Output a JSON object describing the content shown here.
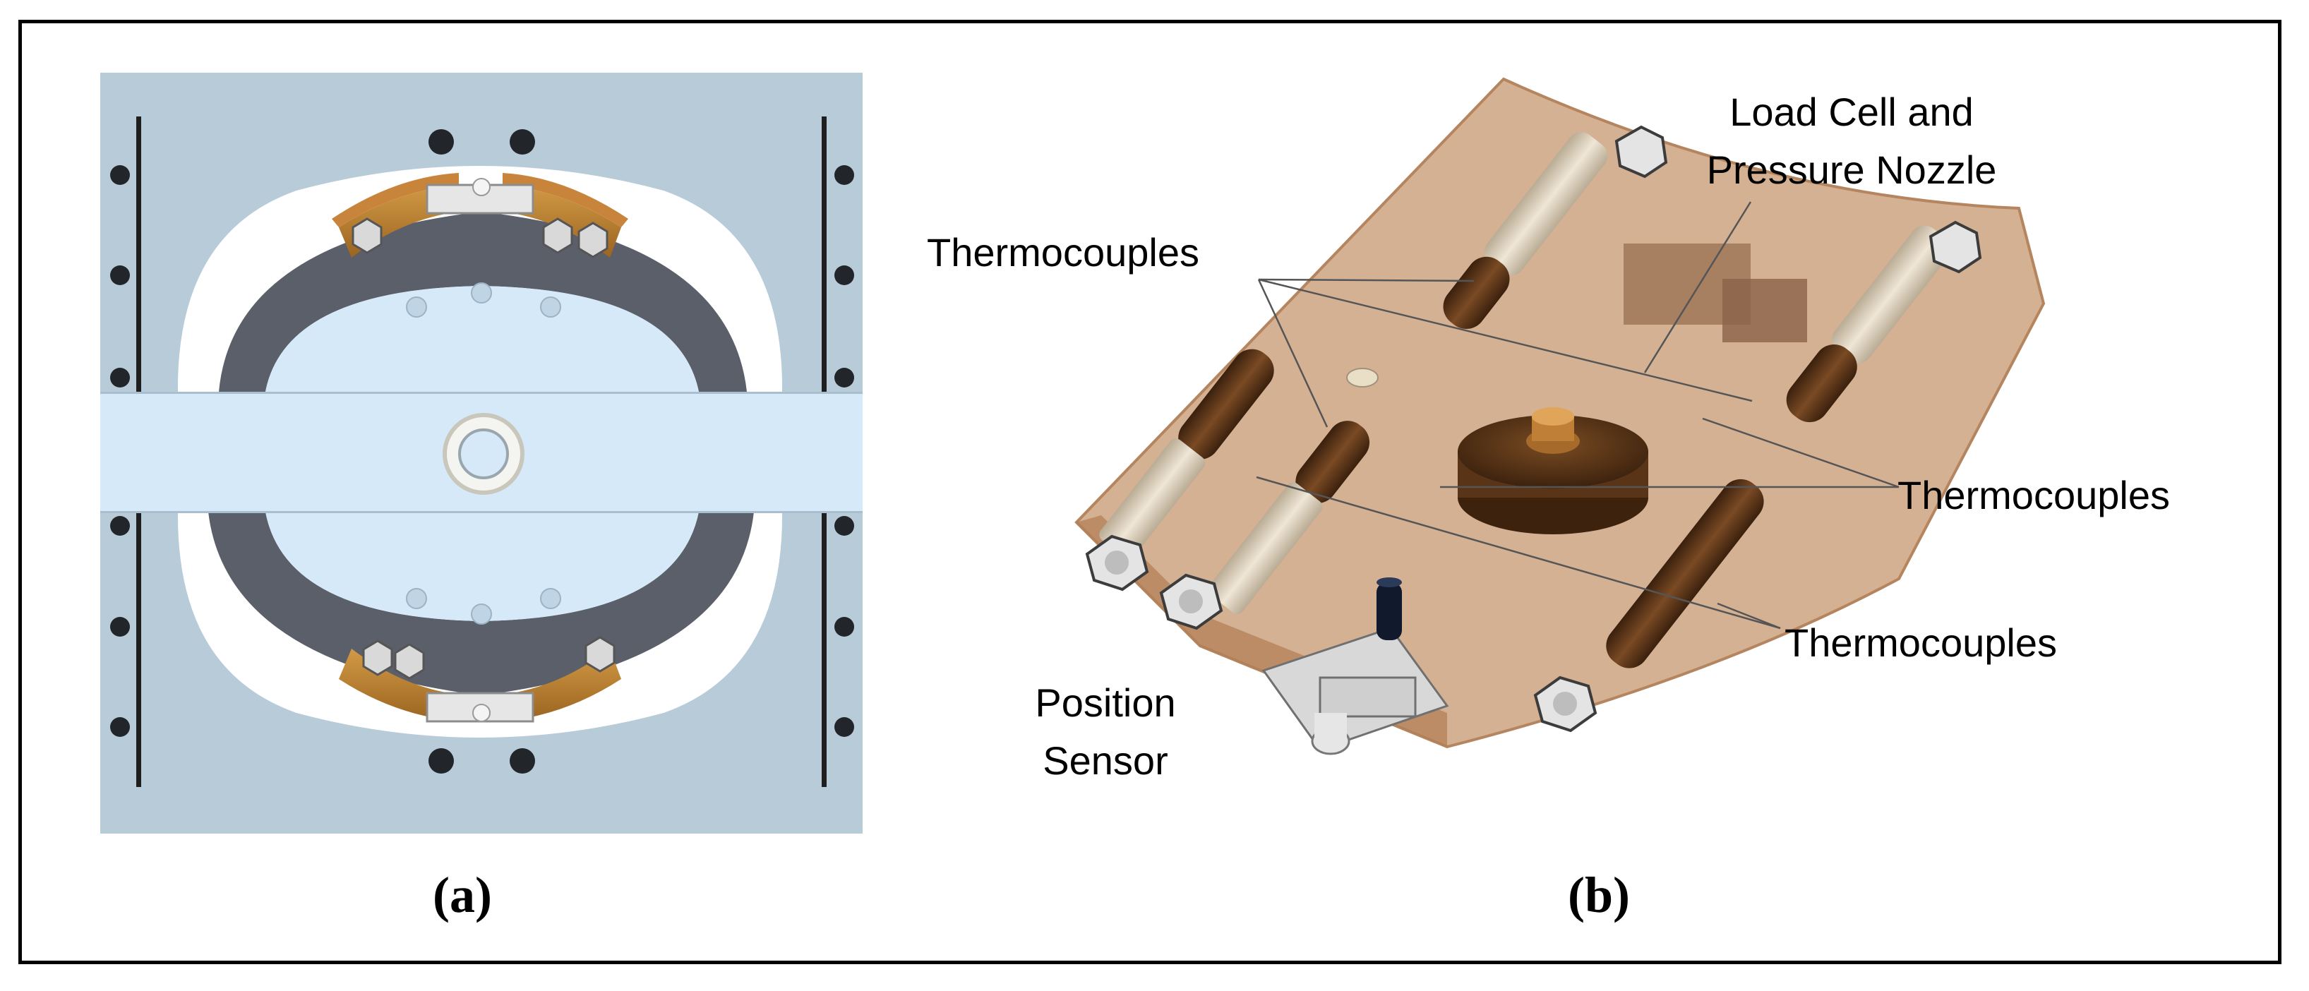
{
  "panels": {
    "a": {
      "label": "(a)"
    },
    "b": {
      "label": "(b)",
      "callouts": {
        "load_cell_line1": "Load Cell and",
        "load_cell_line2": "Pressure Nozzle",
        "thermocouples_upper_left": "Thermocouples",
        "thermocouples_right": "Thermocouples",
        "thermocouples_lower_right": "Thermocouples",
        "position_sensor_line1": "Position",
        "position_sensor_line2": "Sensor"
      }
    }
  },
  "colors": {
    "housing": "#b8cbd8",
    "slider_bar": "#d6e9f8",
    "bronze_shoe": "#b97a2c",
    "dark_ring": "#5a5f69",
    "translucent_body": "#c89b74",
    "thermocouple_dark": "#5c3418"
  }
}
